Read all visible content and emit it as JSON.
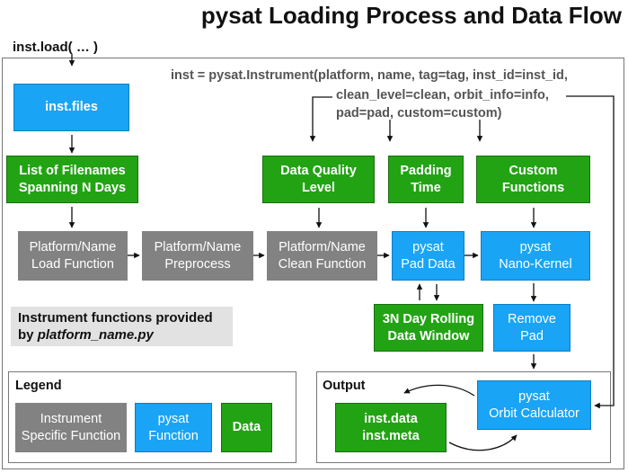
{
  "title": "pysat Loading Process and Data Flow",
  "load_call": "inst.load( … )",
  "instrument_call": {
    "line1": "inst = pysat.Instrument(platform, name, tag=tag, inst_id=inst_id,",
    "line2": "clean_level=clean,  orbit_info=info,",
    "line3": "pad=pad, custom=custom)"
  },
  "nodes": {
    "inst_files": "inst.files",
    "filenames": "List of Filenames\nSpanning N Days",
    "data_quality": "Data Quality\nLevel",
    "padding_time": "Padding\nTime",
    "custom_functions": "Custom\nFunctions",
    "load_function": "Platform/Name\nLoad Function",
    "preprocess": "Platform/Name\nPreprocess",
    "clean_function": "Platform/Name\nClean Function",
    "pad_data": "pysat\nPad Data",
    "nano_kernel": "pysat\nNano-Kernel",
    "rolling_window": "3N Day Rolling\nData Window",
    "remove_pad": "Remove\nPad",
    "orbit_calculator": "pysat\nOrbit Calculator",
    "inst_data": "inst.data\ninst.meta"
  },
  "note": {
    "line1": "Instrument functions provided",
    "by": "by ",
    "file": "platform_name.py"
  },
  "legend": {
    "title": "Legend",
    "instrument": "Instrument\nSpecific Function",
    "pysat": "pysat\nFunction",
    "data": "Data"
  },
  "output": {
    "title": "Output"
  },
  "colors": {
    "data_green": "#22a314",
    "pysat_blue": "#19a4f5",
    "instrument_gray": "#828282",
    "note_bg": "#e2e2e2"
  }
}
